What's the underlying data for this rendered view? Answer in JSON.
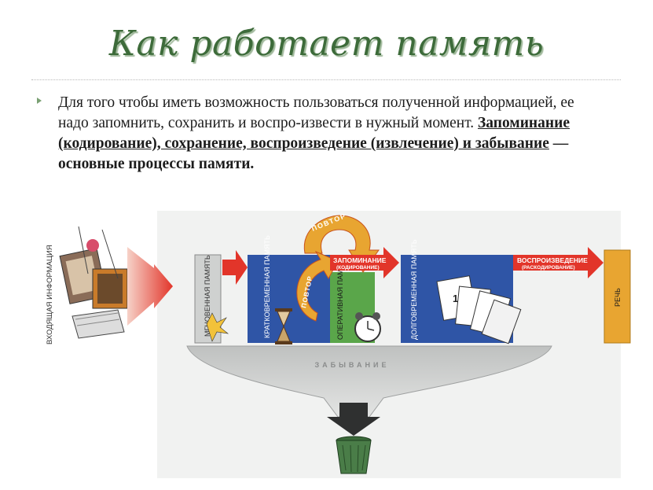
{
  "title": "Как работает память",
  "bullet": {
    "plain": "Для того чтобы иметь возможность пользоваться полученной информацией, ее надо запомнить, сохранить и воспро-извести в нужный момент. ",
    "underlined": "Запоминание (кодирование), сохранение, воспроизведение (извлечение) и забывание",
    "rest": " — основные процессы памяти."
  },
  "diagram": {
    "input_label": "ВХОДЯЩАЯ ИНФОРМАЦИЯ",
    "instant": "МГНОВЕННАЯ ПАМЯТЬ",
    "short_term": "КРАТКОВРЕМЕННАЯ ПАМЯТЬ",
    "operative": "ОПЕРАТИВНАЯ ПАМЯТЬ",
    "long_term": "ДОЛГОВРЕМЕННАЯ ПАМЯТЬ",
    "speech": "РЕЧЬ",
    "repeat_top": "ПОВТОР",
    "repeat_side": "ПОВТОР",
    "memorize": "ЗАПОМИНАНИЕ",
    "memorize_sub": "(КОДИРОВАНИЕ)",
    "reproduce": "ВОСПРОИЗВЕДЕНИЕ",
    "reproduce_sub": "(РАСКОДИРОВАНИЕ)",
    "forgetting": "ЗАБЫВАНИЕ",
    "colors": {
      "blue": "#2f55a6",
      "green": "#5aa64a",
      "orange": "#e8a531",
      "red": "#e2352a",
      "gray": "#cfd1d0"
    }
  }
}
